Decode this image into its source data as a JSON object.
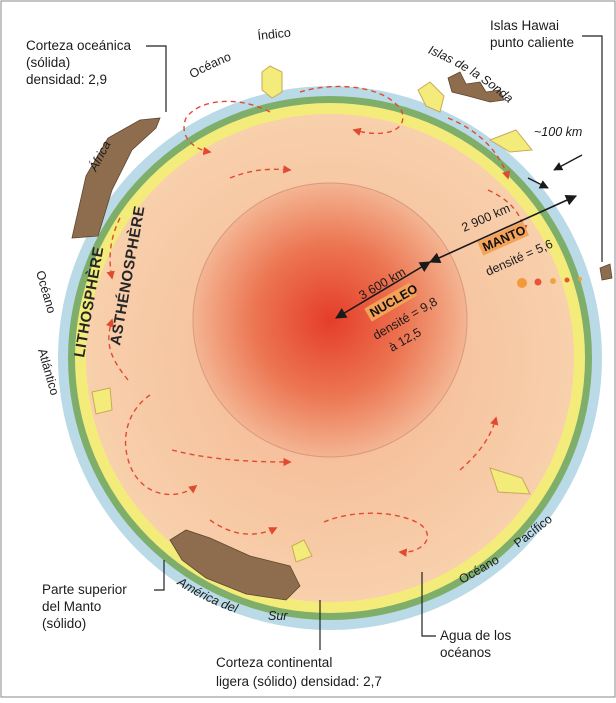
{
  "labels": {
    "corteza_oceanica": [
      "Corteza oceánica",
      "(sólida)",
      "densidad: 2,9"
    ],
    "islas_hawai": [
      "Islas Hawai",
      "punto caliente"
    ],
    "oceano": "Océano",
    "indico": "Índico",
    "islas_sonda": "Islas de la Sonda",
    "africa": "África",
    "km_100": "~100 km",
    "lithosphere": "LITHOSPHÈRE",
    "asthenosphere": "ASTHÉNOSPHÈRE",
    "oceano_atl_1": "Océano",
    "oceano_atl_2": "Atlántico",
    "km_2900": "2 900 km",
    "manto": "MANTO",
    "densite_manto": "densité = 5,6",
    "km_3600": "3 600 km",
    "nucleo": "NUCLEO",
    "densite_nucleo_1": "densité = 9,8",
    "densite_nucleo_2": "à 12,5",
    "oceano_pac_1": "Océano",
    "oceano_pac_2": "Pacífico",
    "america_1": "América del",
    "america_2": "Sur",
    "parte_superior": [
      "Parte superior",
      "del Manto",
      "(sólido)"
    ],
    "agua": [
      "Agua de los",
      "océanos"
    ],
    "corteza_continental": [
      "Corteza continental",
      "ligera (sólido) densidad: 2,7"
    ]
  },
  "colors": {
    "ocean": "#b9dae6",
    "lithosphere": "#7fae6a",
    "asthenosphere": "#f3ec7a",
    "mantle": "#f6c39d",
    "core": "#e8523c",
    "continent": "#8d6d4e",
    "arrow": "#e14a2f",
    "label_bg": "#f5a259"
  }
}
